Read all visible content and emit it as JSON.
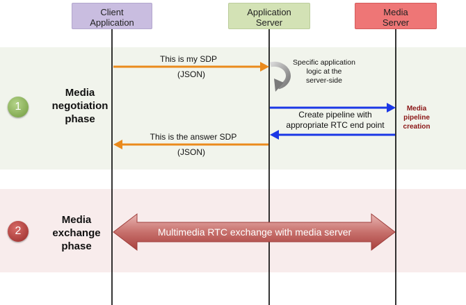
{
  "colors": {
    "phase1_bg": "#f1f4ec",
    "phase2_bg": "#f8ecec",
    "client_header": "#c9bde0",
    "app_header": "#d3e2b5",
    "media_header": "#ee7676",
    "orange_arrow": "#ea8a1c",
    "blue_arrow": "#1b37e6",
    "big_arrow": "#b85a57",
    "badge1": "#7fa749",
    "badge2": "#a5322f",
    "media_note": "#8a1515"
  },
  "headers": {
    "client": "Client\nApplication",
    "app": "Application\nServer",
    "media": "Media\nServer"
  },
  "phase1": {
    "number": "1",
    "label": "Media\nnegotiation\nphase"
  },
  "phase2": {
    "number": "2",
    "label": "Media\nexchange\nphase"
  },
  "messages": {
    "sdp_offer_line1": "This is my SDP",
    "sdp_offer_line2": "(JSON)",
    "app_logic": "Specific application\nlogic at the\nserver-side",
    "create_pipeline_line1": "Create pipeline with",
    "create_pipeline_line2": "appropriate RTC end point",
    "pipeline_creation": "Media\npipeline\ncreation",
    "sdp_answer_line1": "This is the answer SDP",
    "sdp_answer_line2": "(JSON)",
    "exchange": "Multimedia RTC exchange with media server"
  },
  "icons": {
    "loop": "circular-arrow-icon"
  }
}
